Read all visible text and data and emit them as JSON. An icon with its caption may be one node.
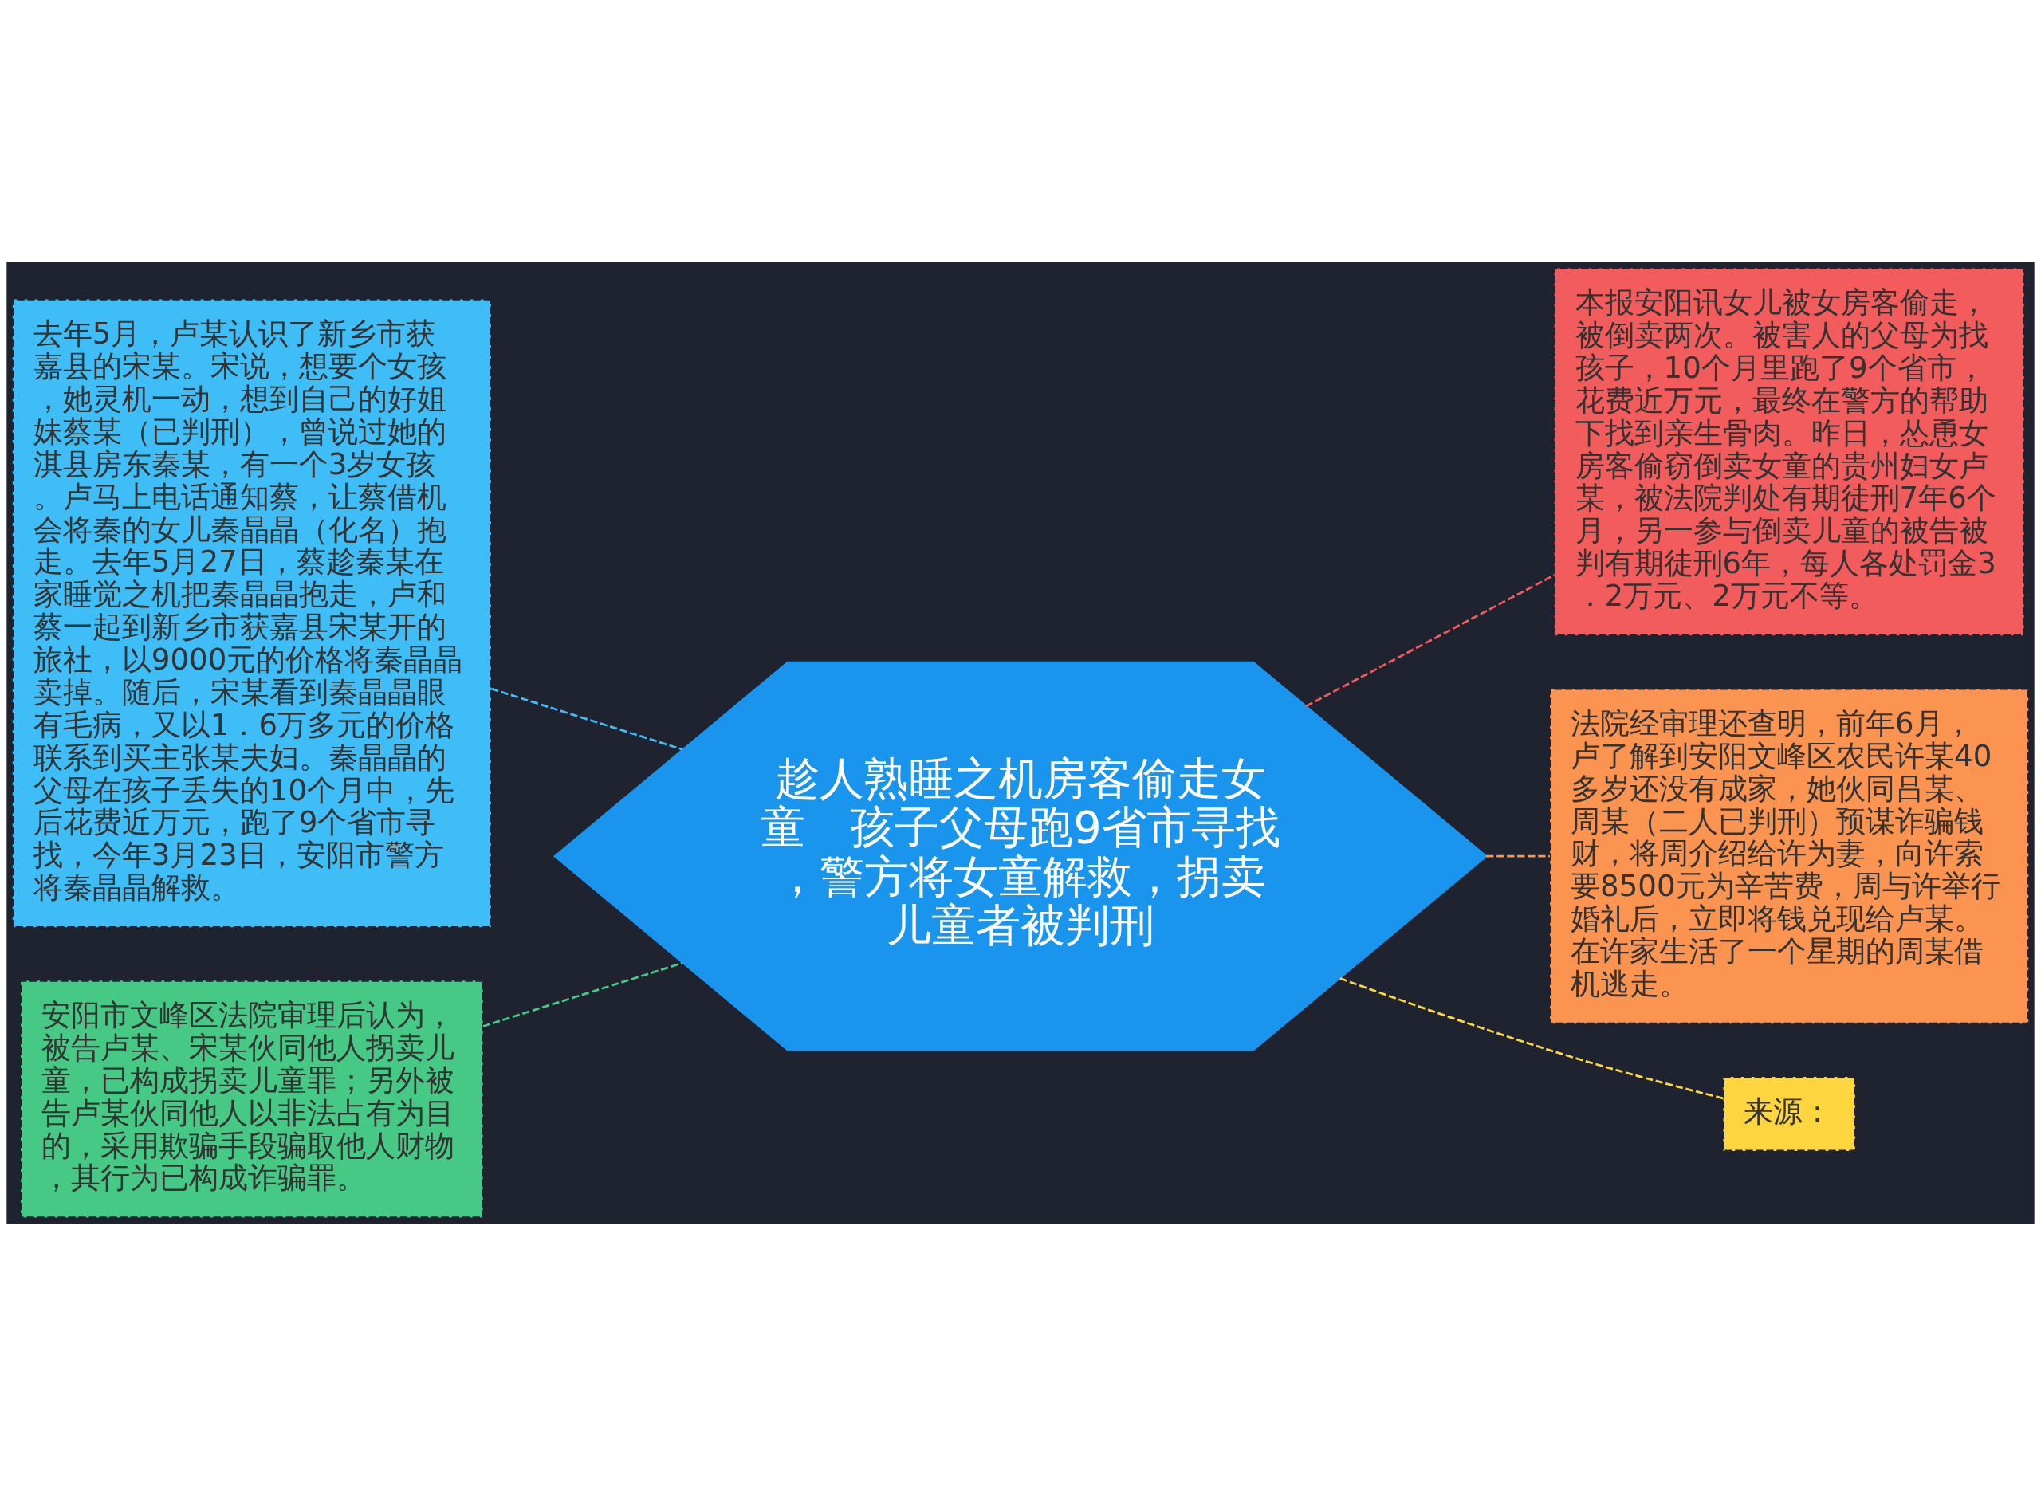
{
  "diagram": {
    "nodes": [
      {
        "text": [
          "趁人熟睡之机房客偷走女童　孩子父母跑9省市寻找，警方将女童解救，拐卖儿童者被判刑"
        ]
      },
      {
        "text": [
          "去年5月，卢某认识了新乡市获嘉县的宋某。宋说，想要个女孩，她灵机一动，想到自己的好姐妹蔡某（已判刑），曾说过她的淇县房东秦某，有一个3岁女孩。卢马上电话通知蔡，让蔡借机会将秦的女儿秦晶晶（化名）抱走。去年5月27日，蔡趁秦某在家睡觉之机把秦晶晶抱走，卢和蔡一起到新乡市获嘉县宋某开的旅社，以9000元的价格将秦晶晶卖掉。随后，宋某看到秦晶晶眼有毛病，又以1．6万多元的价格联系到买主张某夫妇。秦晶晶的父母在孩子丢失的10个月中，先后花费近万元，跑了9个省市寻找，今年3月23日，安阳市警方将秦晶晶解救。"
        ]
      },
      {
        "text": [
          "安阳市文峰区法院审理后认为，被告卢某、宋某伙同他人拐卖儿童，已构成拐卖儿童罪；另外被告卢某伙同他人以非法占有为目的，采用欺骗手段骗取他人财物，其行为已构成诈骗罪。"
        ]
      },
      {
        "text": [
          "本报安阳讯女儿被女房客偷走，被倒卖两次。被害人的父母为找孩子，10个月里跑了9个省市，花费近万元，最终在警方的帮助下找到亲生骨肉。昨日，怂恿女房客偷窃倒卖女童的贵州妇女卢某，被法院判处有期徒刑7年6个月，另一参与倒卖儿童的被告被判有期徒刑6年，每人各处罚金3．2万元、2万元不等。"
        ]
      },
      {
        "text": [
          "法院经审理还查明，前年6月，卢了解到安阳文峰区农民许某40多岁还没有成家，她伙同吕某、周某（二人已判刑）预谋诈骗钱财，将周介绍给许为妻，向许索要8500元为辛苦费，周与许举行婚礼后，立即将钱兑现给卢某。在许家生活了一个星期的周某借机逃走。"
        ]
      },
      {
        "text": [
          "来源："
        ]
      }
    ],
    "edges": [
      {
        "from": 0,
        "to": 1,
        "arrow": "none",
        "style": "dashed",
        "color": "#3ebdf7"
      },
      {
        "from": 0,
        "to": 2,
        "arrow": "none",
        "style": "dashed",
        "color": "#45c985"
      },
      {
        "from": 0,
        "to": 3,
        "arrow": "none",
        "style": "dashed",
        "color": "#f05b5b"
      },
      {
        "from": 0,
        "to": 4,
        "arrow": "none",
        "style": "dashed",
        "color": "#fb9450"
      },
      {
        "from": 0,
        "to": 5,
        "arrow": "none",
        "style": "dashed",
        "color": "#fdd53f"
      }
    ]
  }
}
